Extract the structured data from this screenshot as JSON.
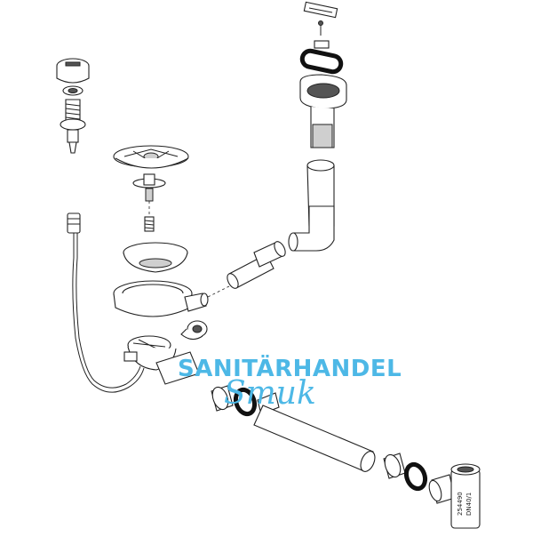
{
  "watermark": {
    "line1": "SANITÄRHANDEL",
    "line2": "Smuk",
    "color": "#4db8e6"
  },
  "colors": {
    "stroke": "#222222",
    "fill": "#ffffff",
    "shade": "#cfcfcf",
    "dark": "#555555",
    "gasket": "#111111"
  },
  "labels": {
    "tee_code_1": "254490",
    "tee_code_2": "DN40/1"
  }
}
